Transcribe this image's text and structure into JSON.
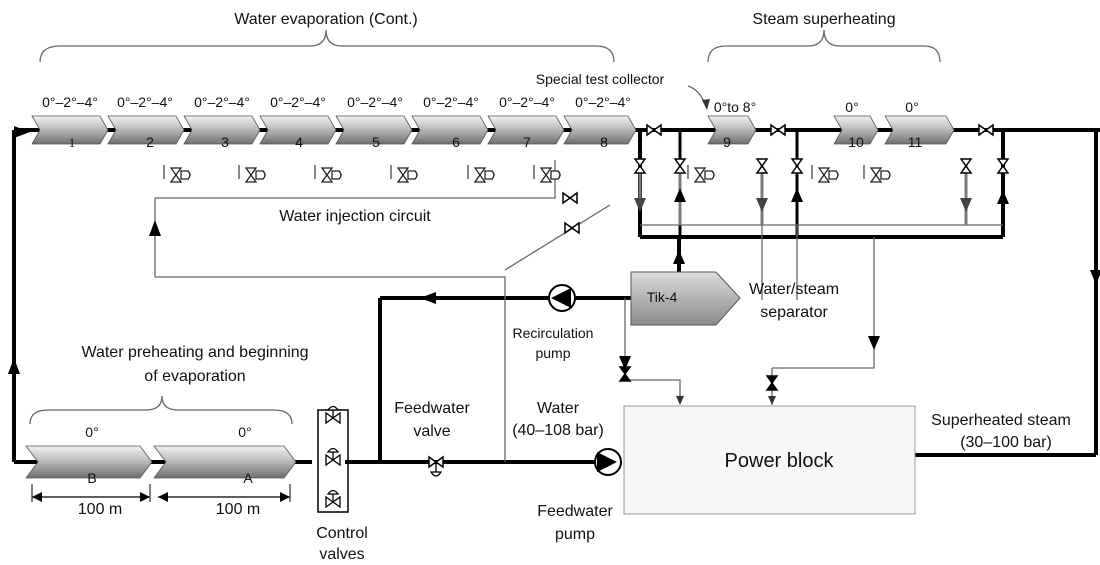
{
  "labels": {
    "water_evaporation_cont": "Water evaporation (Cont.)",
    "steam_superheating": "Steam superheating",
    "special_test_collector": "Special test collector",
    "water_injection_circuit": "Water injection circuit",
    "tik4": "Tik-4",
    "water_steam_separator_1": "Water/steam",
    "water_steam_separator_2": "separator",
    "recirculation_pump_1": "Recirculation",
    "recirculation_pump_2": "pump",
    "preheating_1": "Water preheating and beginning",
    "preheating_2": "of evaporation",
    "feedwater_valve_1": "Feedwater",
    "feedwater_valve_2": "valve",
    "water_1": "Water",
    "water_2": "(40–108 bar)",
    "power_block": "Power block",
    "superheated_steam_1": "Superheated steam",
    "superheated_steam_2": "(30–100 bar)",
    "feedwater_pump_1": "Feedwater",
    "feedwater_pump_2": "pump",
    "control_valves_1": "Control",
    "control_valves_2": "valves",
    "length_b": "100 m",
    "length_a": "100 m"
  },
  "collectors_top": [
    {
      "num": "1",
      "angle": "0°–2°–4°"
    },
    {
      "num": "2",
      "angle": "0°–2°–4°"
    },
    {
      "num": "3",
      "angle": "0°–2°–4°"
    },
    {
      "num": "4",
      "angle": "0°–2°–4°"
    },
    {
      "num": "5",
      "angle": "0°–2°–4°"
    },
    {
      "num": "6",
      "angle": "0°–2°–4°"
    },
    {
      "num": "7",
      "angle": "0°–2°–4°"
    },
    {
      "num": "8",
      "angle": "0°–2°–4°"
    }
  ],
  "collectors_superheat": [
    {
      "num": "9",
      "angle": "0°to 8°"
    },
    {
      "num": "10",
      "angle": "0°"
    },
    {
      "num": "11",
      "angle": "0°"
    }
  ],
  "collectors_bottom": [
    {
      "num": "B",
      "angle": "0°"
    },
    {
      "num": "A",
      "angle": "0°"
    }
  ]
}
